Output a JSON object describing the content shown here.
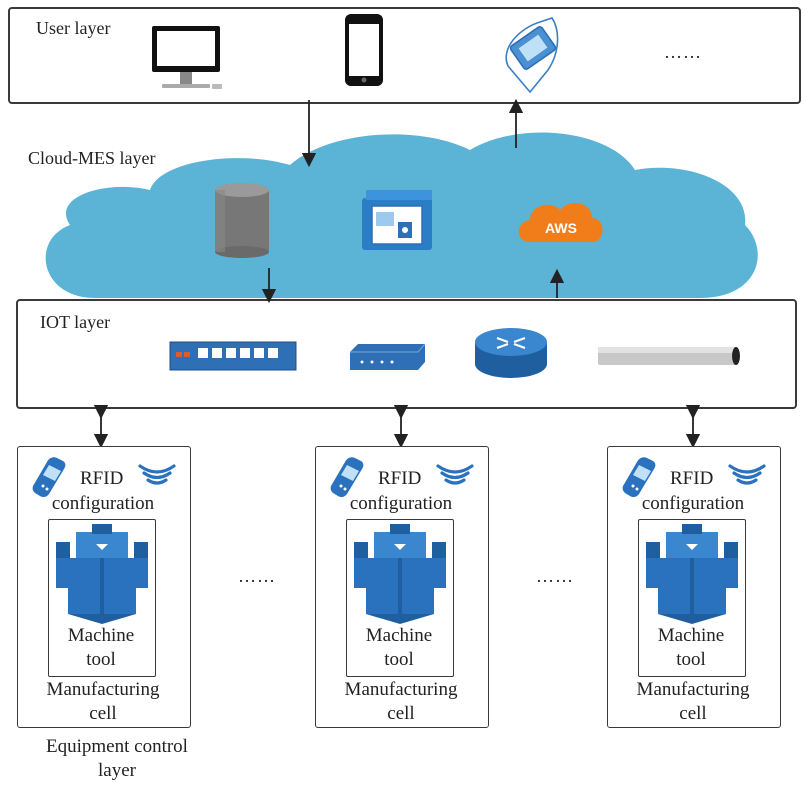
{
  "layers": {
    "user": "User layer",
    "cloud": "Cloud-MES layer",
    "iot": "IOT layer",
    "equipment": [
      "Equipment control",
      "layer"
    ]
  },
  "user_ellipsis": "……",
  "cells": [
    {
      "rfid": "RFID",
      "config": "configuration",
      "machine": [
        "Machine",
        "tool"
      ],
      "cell": [
        "Manufacturing",
        "cell"
      ]
    },
    {
      "rfid": "RFID",
      "config": "configuration",
      "machine": [
        "Machine",
        "tool"
      ],
      "cell": [
        "Manufacturing",
        "cell"
      ]
    },
    {
      "rfid": "RFID",
      "config": "configuration",
      "machine": [
        "Machine",
        "tool"
      ],
      "cell": [
        "Manufacturing",
        "cell"
      ]
    }
  ],
  "cell_ellipsis": "……",
  "aws_label": "AWS",
  "colors": {
    "cloud": "#5bb3d6",
    "icon_blue": "#2f6fb5",
    "aws_orange": "#f07c1a",
    "line": "#333333"
  },
  "icons": [
    "desktop-monitor-icon",
    "smartphone-icon",
    "handheld-tablet-icon",
    "database-cylinder-icon",
    "server-panel-icon",
    "aws-cloud-icon",
    "network-switch-icon",
    "hub-icon",
    "router-icon",
    "cable-tube-icon",
    "rfid-reader-icon",
    "wireless-signal-icon",
    "machine-tool-icon"
  ]
}
